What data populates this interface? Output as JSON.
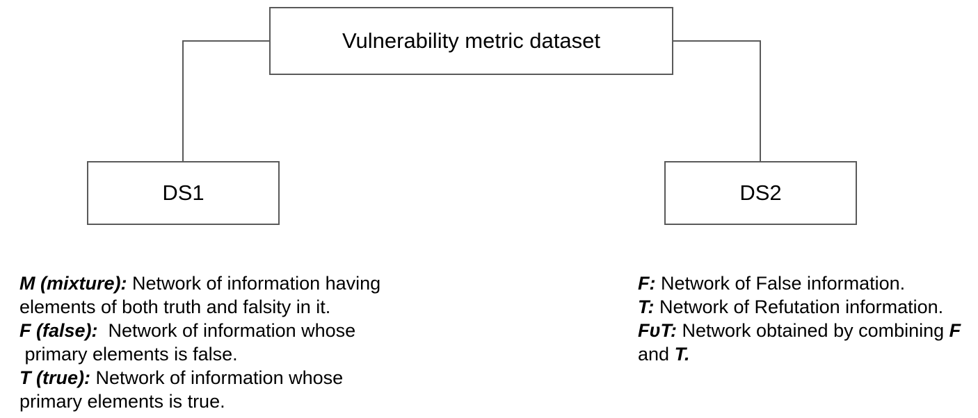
{
  "diagram": {
    "type": "tree",
    "root": {
      "label": "Vulnerability metric dataset"
    },
    "children": [
      {
        "label": "DS1"
      },
      {
        "label": "DS2"
      }
    ]
  },
  "colors": {
    "line": "#595959",
    "text": "#000000",
    "background": "#ffffff"
  },
  "left_notes": {
    "lines": [
      [
        {
          "b": true,
          "t": "M (mixture):"
        },
        {
          "b": false,
          "t": " Network of information having"
        }
      ],
      [
        {
          "b": false,
          "t": "elements of both truth and falsity in it."
        }
      ],
      [
        {
          "b": true,
          "t": "F (false):"
        },
        {
          "b": false,
          "t": "  Network of information whose"
        }
      ],
      [
        {
          "b": false,
          "t": " primary elements is false."
        }
      ],
      [
        {
          "b": true,
          "t": "T (true):"
        },
        {
          "b": false,
          "t": " Network of information whose"
        }
      ],
      [
        {
          "b": false,
          "t": "primary elements is true."
        }
      ]
    ]
  },
  "right_notes": {
    "lines": [
      [
        {
          "b": true,
          "t": "F:"
        },
        {
          "b": false,
          "t": " Network of False information."
        }
      ],
      [
        {
          "b": true,
          "t": "T:"
        },
        {
          "b": false,
          "t": " Network of Refutation information."
        }
      ],
      [
        {
          "b": true,
          "t": "FυT:"
        },
        {
          "b": false,
          "t": " Network obtained by combining "
        },
        {
          "b": true,
          "t": "F"
        }
      ],
      [
        {
          "b": false,
          "t": "and "
        },
        {
          "b": true,
          "t": "T."
        }
      ]
    ]
  }
}
